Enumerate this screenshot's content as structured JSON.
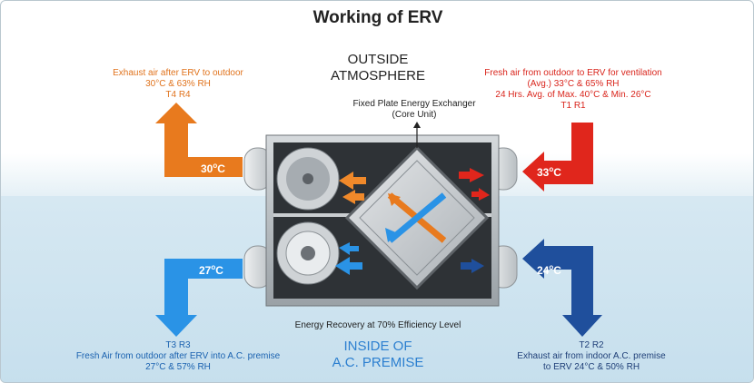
{
  "title": "Working of ERV",
  "zones": {
    "outside": [
      "OUTSIDE",
      "ATMOSPHERE"
    ],
    "inside": [
      "INSIDE OF",
      "A.C. PREMISE"
    ]
  },
  "exchanger_label": [
    "Fixed Plate Energy Exchanger",
    "(Core Unit)"
  ],
  "efficiency": "Energy Recovery at 70% Efficiency Level",
  "streams": {
    "t4": {
      "lines": [
        "Exhaust air after ERV to outdoor",
        "30°C & 63% RH",
        "T4 R4"
      ],
      "temp": "30",
      "color": "#e87a1e"
    },
    "t1": {
      "lines": [
        "Fresh air from outdoor to ERV for ventilation",
        "(Avg.) 33°C & 65% RH",
        "24 Hrs. Avg. of Max. 40°C & Min. 26°C",
        "T1 R1"
      ],
      "temp": "33",
      "color": "#e0261c"
    },
    "t3": {
      "lines": [
        "T3 R3",
        "Fresh Air from outdoor after ERV into A.C. premise",
        "27°C & 57% RH"
      ],
      "temp": "27",
      "color": "#2a93e6"
    },
    "t2": {
      "lines": [
        "T2 R2",
        "Exhaust air from indoor A.C. premise",
        "to ERV 24°C & 50% RH"
      ],
      "temp": "24",
      "color": "#1f4f9c"
    }
  },
  "temp_unit": "C",
  "icons": [
    "exhaust-arrow-icon",
    "fresh-air-arrow-icon",
    "supply-arrow-icon",
    "return-arrow-icon",
    "exchanger-core-icon",
    "fan-icon"
  ]
}
